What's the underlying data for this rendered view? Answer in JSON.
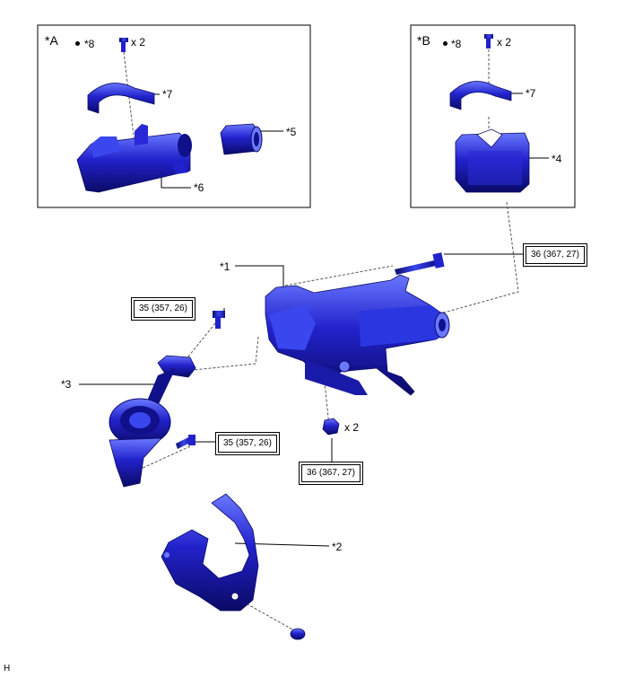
{
  "colors": {
    "part": "#2222cc",
    "part_dark": "#0a0a66",
    "part_light": "#6a78ff",
    "line": "#000000"
  },
  "inset_a": {
    "title": "*A",
    "bolt_label": "*8",
    "bolt_qty": "x 2",
    "clamp_label": "*7",
    "cylinder_label": "*6",
    "key_label": "*5"
  },
  "inset_b": {
    "title": "*B",
    "bolt_label": "*8",
    "bolt_qty": "x 2",
    "clamp_label": "*7",
    "lock_label": "*4"
  },
  "labels": {
    "column": "*1",
    "cover": "*2",
    "shaft": "*3",
    "nut_qty": "x 2",
    "corner": "H"
  },
  "torques": {
    "upper_right": "36 (367, 27)",
    "left_upper": "35 (357, 26)",
    "left_lower": "35 (357, 26)",
    "nut": "36 (367, 27)"
  }
}
